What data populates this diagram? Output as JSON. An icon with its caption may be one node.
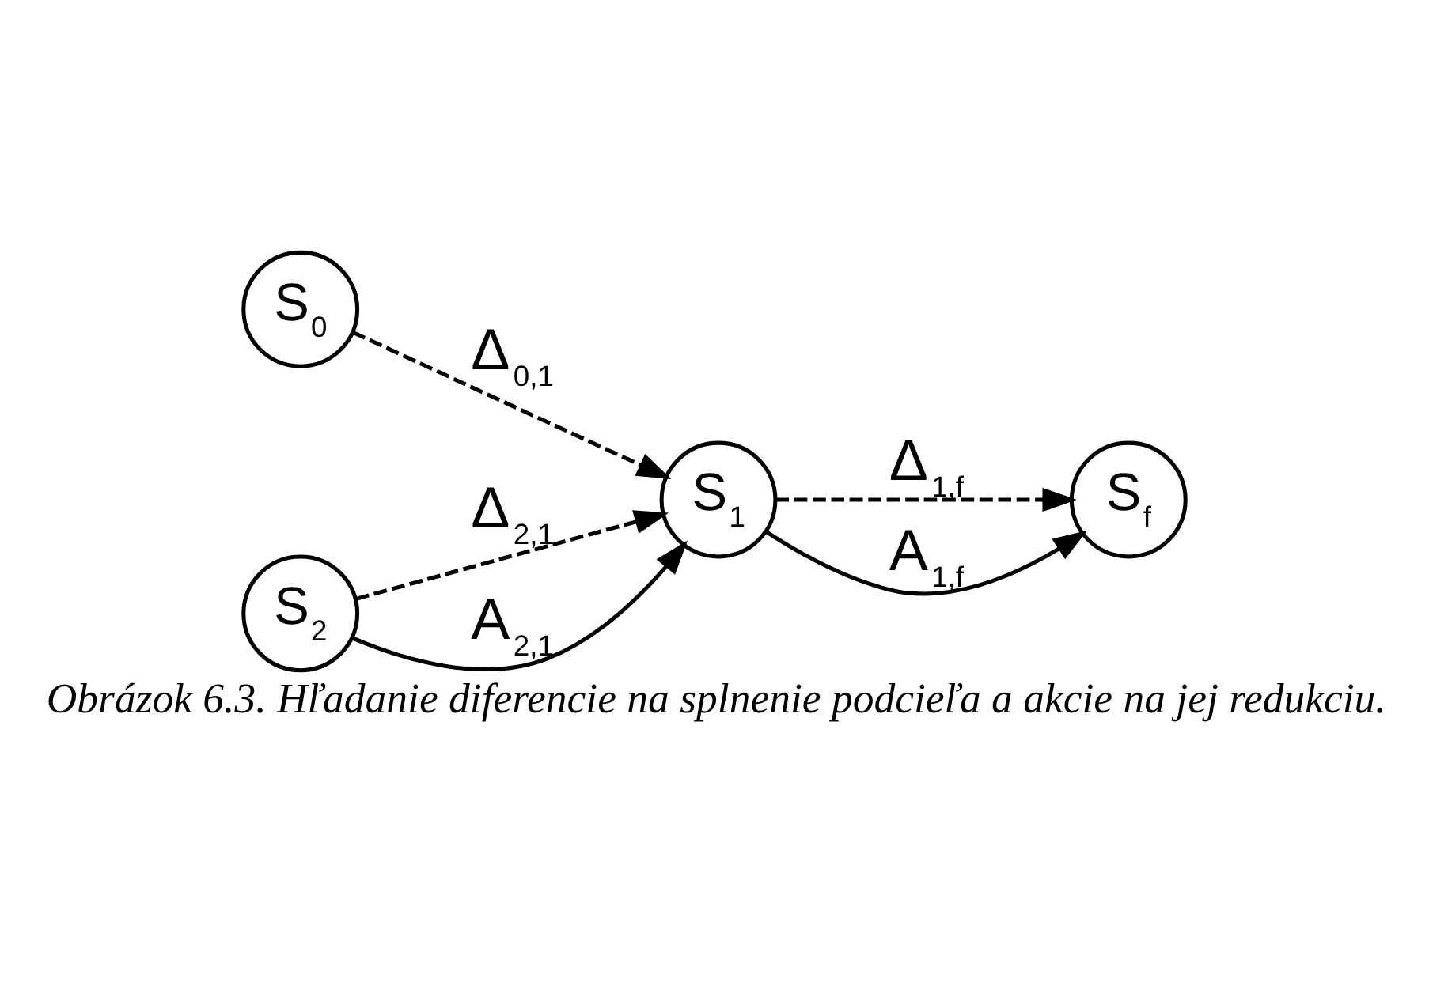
{
  "diagram": {
    "caption": "Obrázok 6.3. Hľadanie diferencie na splnenie podcieľa a akcie na jej redukciu.",
    "nodes": [
      {
        "text": [
          "S$_{0}$"
        ]
      },
      {
        "text": [
          "S$_{2}$"
        ]
      },
      {
        "text": [
          "S$_{1}$"
        ]
      },
      {
        "text": [
          "S$_{f}$"
        ]
      }
    ],
    "edges": [
      {
        "from": 0,
        "to": 2,
        "arrow": "to",
        "style": "dashed",
        "label": "Δ$_{0,1}$"
      },
      {
        "from": 1,
        "to": 2,
        "arrow": "to",
        "style": "dashed",
        "label": "Δ$_{2,1}$"
      },
      {
        "from": 2,
        "to": 3,
        "arrow": "to",
        "style": "dashed",
        "label": "Δ$_{1,f}$"
      },
      {
        "from": 1,
        "to": 2,
        "arrow": "to",
        "label": "A$_{2,1}$"
      },
      {
        "from": 2,
        "to": 3,
        "arrow": "to",
        "label": "A$_{1,f}$"
      }
    ]
  }
}
